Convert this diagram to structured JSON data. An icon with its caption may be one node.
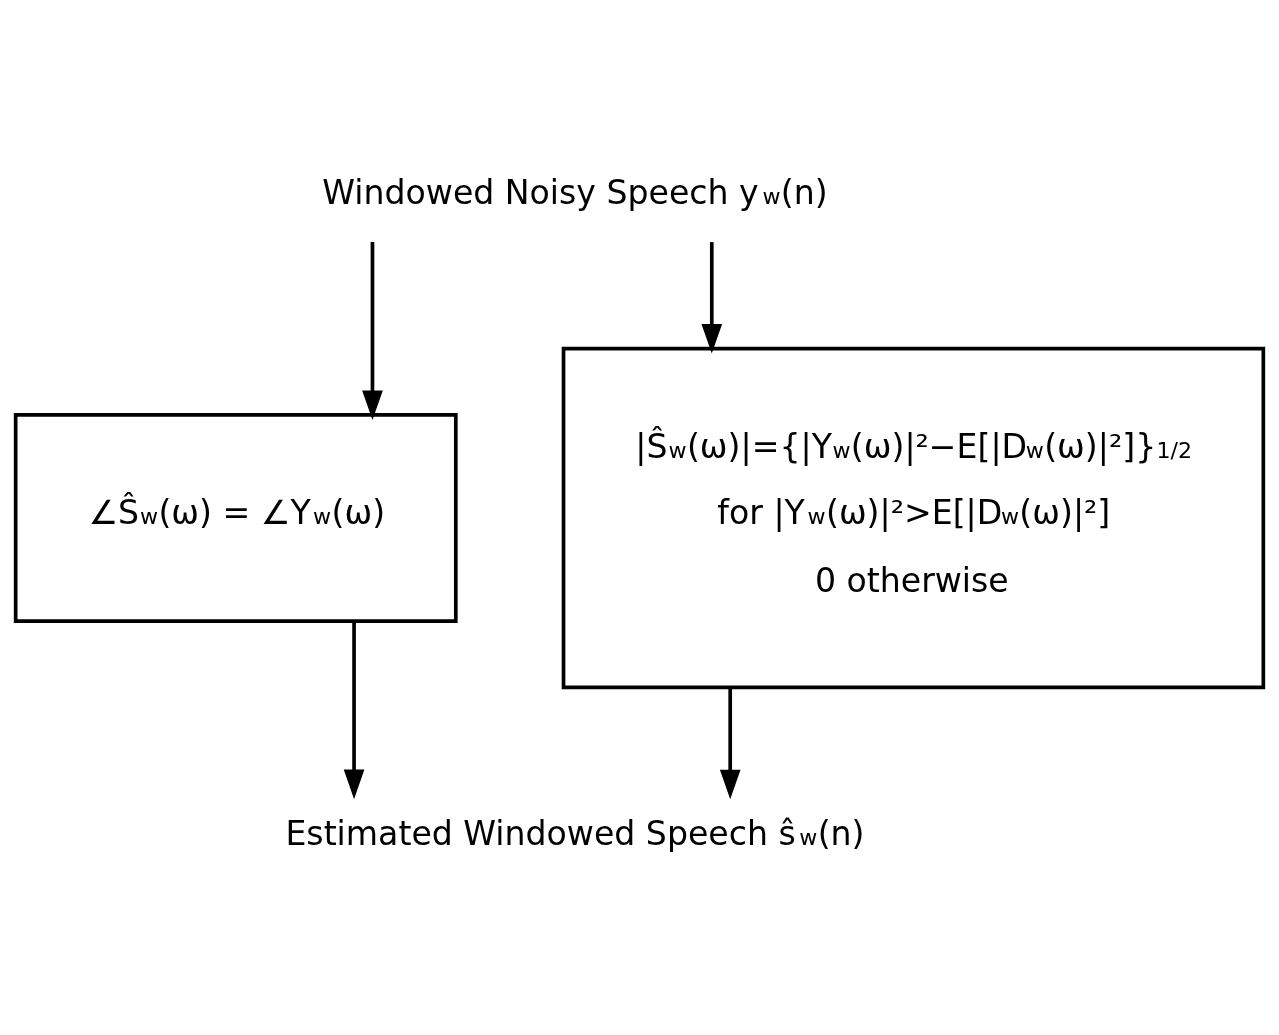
{
  "diagram": {
    "nodes": [
      {
        "text": [
          "Windowed Noisy Speech y$_{w}$(n)"
        ]
      },
      {
        "text": [
          "∠Ŝ$_{w}$(ω) = ∠Y$_{w}$(ω)"
        ]
      },
      {
        "text": [
          "|Ŝ$_{w}$(ω)|={|Y$_{w}$(ω)|²−E[|D$_{w}$(ω)|²]}$^{1/2}$",
          "for |Y$_{w}$(ω)|²>E[|D$_{w}$(ω)|²]",
          "0 otherwise"
        ]
      },
      {
        "text": [
          "Estimated Windowed Speech ŝ$_{w}$(n)"
        ]
      }
    ],
    "edges": [
      {
        "from": 0,
        "to": 1,
        "arrow": "to"
      },
      {
        "from": 0,
        "to": 2,
        "arrow": "to"
      },
      {
        "from": 1,
        "to": 3,
        "arrow": "to"
      },
      {
        "from": 2,
        "to": 3,
        "arrow": "to"
      }
    ]
  }
}
